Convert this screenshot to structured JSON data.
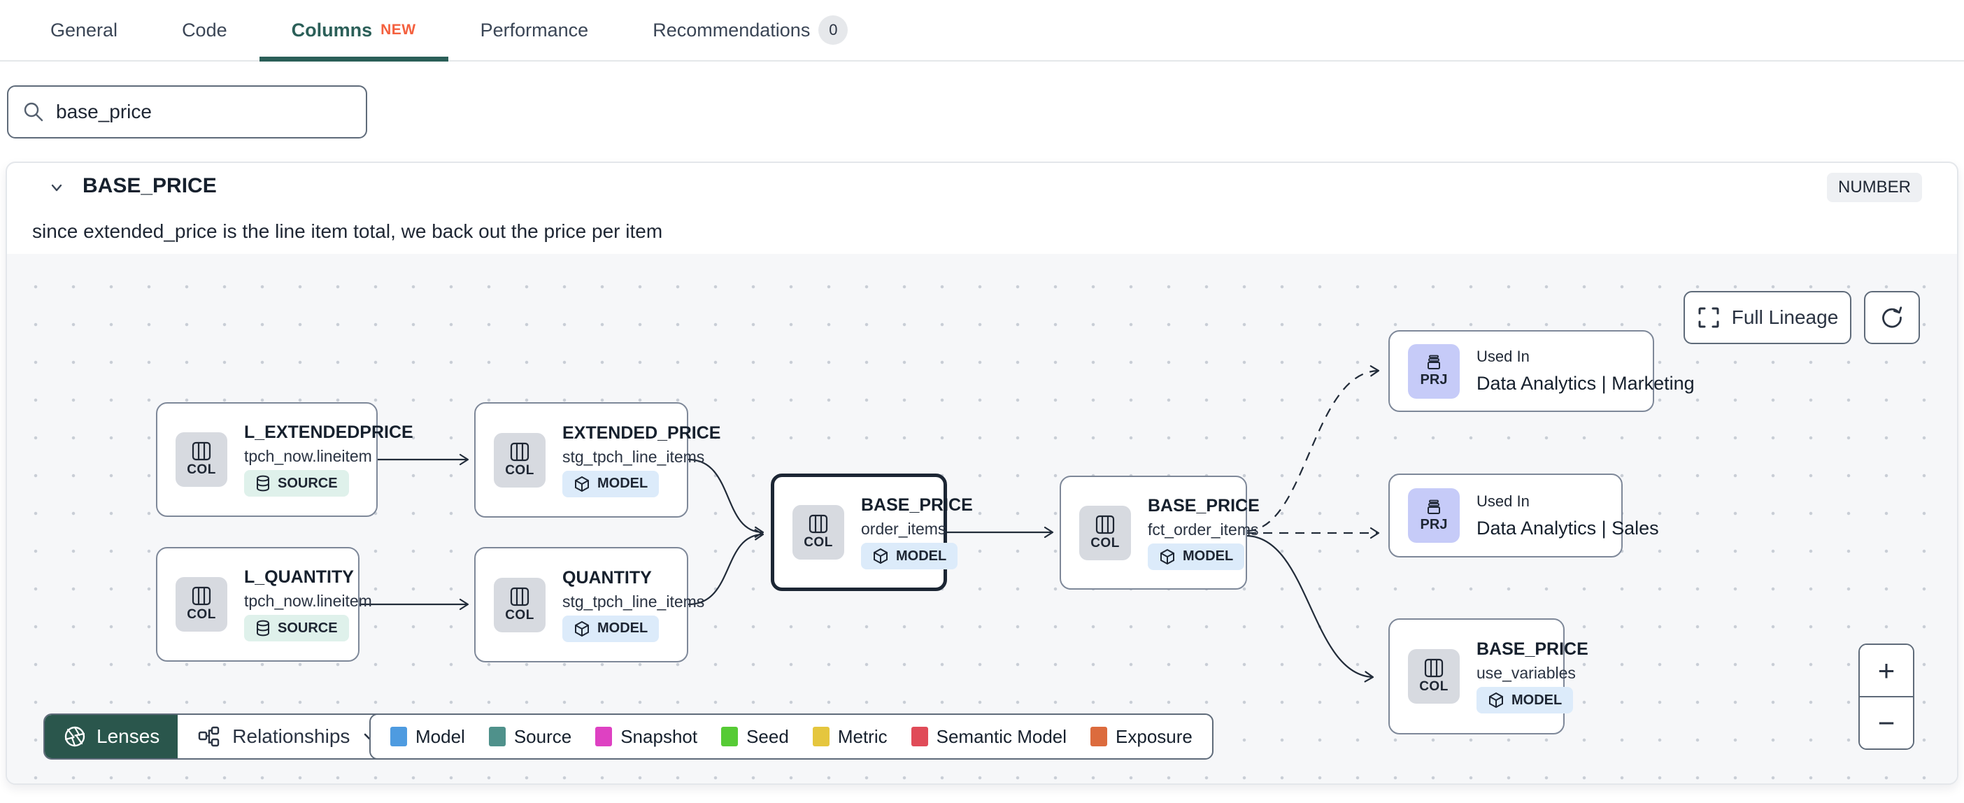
{
  "tabs": {
    "items": [
      {
        "label": "General"
      },
      {
        "label": "Code"
      },
      {
        "label": "Columns",
        "new_badge": "NEW"
      },
      {
        "label": "Performance"
      },
      {
        "label": "Recommendations",
        "count": "0"
      }
    ]
  },
  "search": {
    "value": "base_price"
  },
  "column_panel": {
    "title": "BASE_PRICE",
    "type_badge": "NUMBER",
    "description": "since extended_price is the line item total, we back out the price per item"
  },
  "lineage": {
    "col_label": "COL",
    "prj_label": "PRJ",
    "full_lineage_label": "Full Lineage",
    "lenses_label": "Lenses",
    "relationships_label": "Relationships",
    "zoom_in_label": "+",
    "zoom_out_label": "−",
    "nodes": [
      {
        "title": "L_EXTENDEDPRICE",
        "subtitle": "tpch_now.lineitem",
        "badge": "SOURCE"
      },
      {
        "title": "L_QUANTITY",
        "subtitle": "tpch_now.lineitem",
        "badge": "SOURCE"
      },
      {
        "title": "EXTENDED_PRICE",
        "subtitle": "stg_tpch_line_items",
        "badge": "MODEL"
      },
      {
        "title": "QUANTITY",
        "subtitle": "stg_tpch_line_items",
        "badge": "MODEL"
      },
      {
        "title": "BASE_PRICE",
        "subtitle": "order_items",
        "badge": "MODEL"
      },
      {
        "title": "BASE_PRICE",
        "subtitle": "fct_order_items",
        "badge": "MODEL"
      },
      {
        "title": "BASE_PRICE",
        "subtitle": "use_variables",
        "badge": "MODEL"
      }
    ],
    "used_in": [
      {
        "label": "Used In",
        "title": "Data Analytics | Marketing"
      },
      {
        "label": "Used In",
        "title": "Data Analytics | Sales"
      }
    ],
    "legend": {
      "items": [
        {
          "label": "Model",
          "color": "#4e9be0"
        },
        {
          "label": "Source",
          "color": "#4f918b"
        },
        {
          "label": "Snapshot",
          "color": "#de41c2"
        },
        {
          "label": "Seed",
          "color": "#56cb35"
        },
        {
          "label": "Metric",
          "color": "#e5c63e"
        },
        {
          "label": "Semantic Model",
          "color": "#e04b58"
        },
        {
          "label": "Exposure",
          "color": "#dc6b3d"
        }
      ]
    },
    "colors": {
      "accent_teal": "#2b5f58",
      "new_badge_orange": "#f4603e",
      "edge": "#222c3a"
    }
  }
}
